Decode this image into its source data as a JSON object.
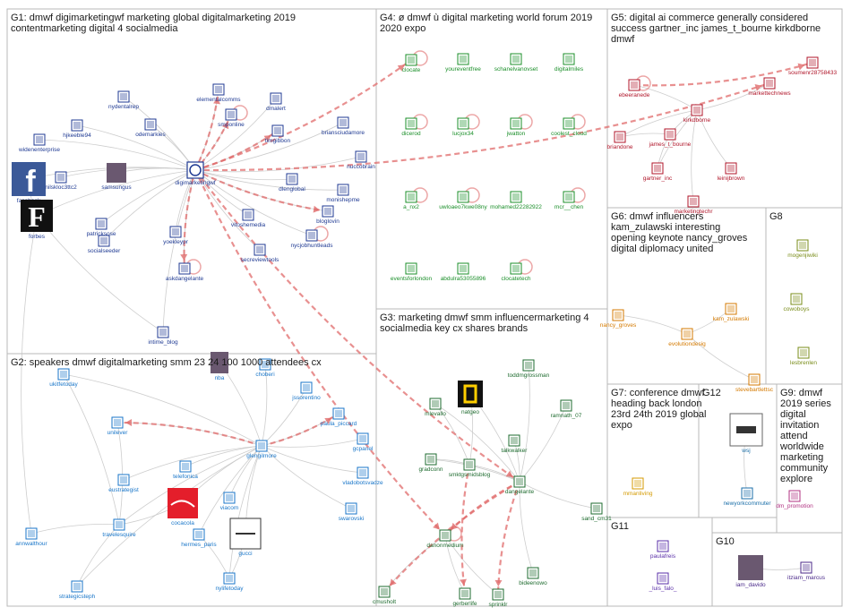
{
  "colors": {
    "G1": "#1f3a93",
    "G2": "#1976c9",
    "G3": "#1e6b2f",
    "G4": "#1b8f2a",
    "G5": "#b0162a",
    "G6": "#d47a00",
    "G7": "#d49a00",
    "G8": "#7a8d1a",
    "G9": "#b03080",
    "G10": "#4b2a8a",
    "G11": "#5a2fa8",
    "G12": "#1a6ea8",
    "edge_gray": "#c8c8c8",
    "edge_red": "#e06b6b"
  },
  "groups": [
    {
      "id": "G1",
      "label": "G1: dmwf digimarketingwf marketing global digitalmarketing 2019",
      "label2": "contentmarketing digital 4 socialmedia"
    },
    {
      "id": "G2",
      "label": "G2: speakers dmwf digitalmarketing smm 23 24 100 1000 attendees cx",
      "label2": ""
    },
    {
      "id": "G3",
      "label": "G3: marketing dmwf smm influencermarketing 4",
      "label2": "socialmedia key cx shares brands"
    },
    {
      "id": "G4",
      "label": "G4: ø dmwf ù digital marketing world forum 2019",
      "label2": "2020 expo"
    },
    {
      "id": "G5",
      "label": "G5: digital ai commerce generally considered",
      "label2": "success gartner_inc james_t_bourne kirkdborne",
      "label3": "dmwf"
    },
    {
      "id": "G6",
      "label": "G6: dmwf influencers",
      "label2": "kam_zulawski interesting",
      "label3": "opening keynote nancy_groves",
      "label4": "digital diplomacy united"
    },
    {
      "id": "G7",
      "label": "G7: conference dmwf",
      "label2": "heading back london",
      "label3": "23rd 24th 2019 global",
      "label4": "expo"
    },
    {
      "id": "G8",
      "label": "G8"
    },
    {
      "id": "G9",
      "label": "G9: dmwf",
      "label2": "2019 series",
      "label3": "digital",
      "label4": "invitation",
      "label5": "attend",
      "label6": "worldwide",
      "label7": "marketing",
      "label8": "community",
      "label9": "explore"
    },
    {
      "id": "G10",
      "label": "G10"
    },
    {
      "id": "G11",
      "label": "G11"
    },
    {
      "id": "G12",
      "label": "G12"
    }
  ],
  "nodes": [
    {
      "id": "digimarketingwf",
      "label": "digimarketingwf",
      "group": "G1",
      "icon": "hub-logo"
    },
    {
      "id": "facebook",
      "label": "facebook",
      "group": "G1",
      "icon": "facebook-logo"
    },
    {
      "id": "forbes",
      "label": "forbes",
      "group": "G1",
      "icon": "forbes-logo"
    },
    {
      "id": "nydentalrep",
      "label": "nydentalrep",
      "group": "G1",
      "icon": "avatar"
    },
    {
      "id": "elementalcomms",
      "label": "elementalcomms",
      "group": "G1",
      "icon": "avatar"
    },
    {
      "id": "dmalert",
      "label": "dmalert",
      "group": "G1",
      "icon": "avatar"
    },
    {
      "id": "smponline",
      "label": "smponline",
      "group": "G1",
      "icon": "avatar"
    },
    {
      "id": "odemarkies",
      "label": "odemarkies",
      "group": "G1",
      "icon": "avatar"
    },
    {
      "id": "hjkeeble94",
      "label": "hjkeeble94",
      "group": "G1",
      "icon": "avatar"
    },
    {
      "id": "widenenterprise",
      "label": "widenenterprise",
      "group": "G1",
      "icon": "avatar"
    },
    {
      "id": "timgibbon",
      "label": "timgibbon",
      "group": "G1",
      "icon": "avatar"
    },
    {
      "id": "briansciudamore",
      "label": "briansciudamore",
      "group": "G1",
      "icon": "avatar"
    },
    {
      "id": "nuccobrain",
      "label": "nuccobrain",
      "group": "G1",
      "icon": "avatar"
    },
    {
      "id": "nilskloc3ttc2",
      "label": "nilskloc3ttc2",
      "group": "G1",
      "icon": "avatar"
    },
    {
      "id": "samsungus",
      "label": "samsungus",
      "group": "G1",
      "icon": "avatar"
    },
    {
      "id": "dlenglobal",
      "label": "dlenglobal",
      "group": "G1",
      "icon": "avatar"
    },
    {
      "id": "monishepme",
      "label": "monishepme",
      "group": "G1",
      "icon": "avatar"
    },
    {
      "id": "patricksose",
      "label": "patricksose",
      "group": "G1",
      "icon": "avatar"
    },
    {
      "id": "socialseeder",
      "label": "socialseeder",
      "group": "G1",
      "icon": "avatar"
    },
    {
      "id": "bloglovin",
      "label": "bloglovin",
      "group": "G1",
      "icon": "avatar"
    },
    {
      "id": "vitoshemedia",
      "label": "vitoshemedia",
      "group": "G1",
      "icon": "avatar"
    },
    {
      "id": "yoekleypr",
      "label": "yoekleypr",
      "group": "G1",
      "icon": "avatar"
    },
    {
      "id": "secreviewtools",
      "label": "secreviewtools",
      "group": "G1",
      "icon": "avatar"
    },
    {
      "id": "nycjobhuntleads",
      "label": "nycjobhuntleads",
      "group": "G1",
      "icon": "avatar"
    },
    {
      "id": "askdangelante",
      "label": "askdangelante",
      "group": "G1",
      "icon": "avatar"
    },
    {
      "id": "intime_blog",
      "label": "intime_blog",
      "group": "G1",
      "icon": "avatar"
    },
    {
      "id": "ukitfetoday",
      "label": "ukitfetoday",
      "group": "G2",
      "icon": "avatar"
    },
    {
      "id": "nba",
      "label": "nba",
      "group": "G2",
      "icon": "avatar"
    },
    {
      "id": "choberi",
      "label": "choberi",
      "group": "G2",
      "icon": "avatar"
    },
    {
      "id": "jssorentino",
      "label": "jssorentino",
      "group": "G2",
      "icon": "avatar"
    },
    {
      "id": "paula_piccard",
      "label": "paula_piccard",
      "group": "G2",
      "icon": "avatar"
    },
    {
      "id": "unilever",
      "label": "unilever",
      "group": "G2",
      "icon": "avatar"
    },
    {
      "id": "glengilmore",
      "label": "glengilmore",
      "group": "G2",
      "icon": "avatar"
    },
    {
      "id": "gcpanel",
      "label": "gcpanel",
      "group": "G2",
      "icon": "avatar"
    },
    {
      "id": "telefonica",
      "label": "telefonica",
      "group": "G2",
      "icon": "avatar"
    },
    {
      "id": "vladobotsvadze",
      "label": "vladobotsvadze",
      "group": "G2",
      "icon": "avatar"
    },
    {
      "id": "eustrategist",
      "label": "eustrategist",
      "group": "G2",
      "icon": "avatar"
    },
    {
      "id": "cocacola",
      "label": "cocacola",
      "group": "G2",
      "icon": "cocacola-logo"
    },
    {
      "id": "viacom",
      "label": "viacom",
      "group": "G2",
      "icon": "avatar"
    },
    {
      "id": "swarovski",
      "label": "swarovski",
      "group": "G2",
      "icon": "avatar"
    },
    {
      "id": "travelesquire",
      "label": "travelesquire",
      "group": "G2",
      "icon": "avatar"
    },
    {
      "id": "hermes_paris",
      "label": "hermes_paris",
      "group": "G2",
      "icon": "avatar"
    },
    {
      "id": "gucci",
      "label": "gucci",
      "group": "G2",
      "icon": "gucci-logo"
    },
    {
      "id": "annwalthour",
      "label": "annwalthour",
      "group": "G2",
      "icon": "avatar"
    },
    {
      "id": "nylifetoday",
      "label": "nylifetoday",
      "group": "G2",
      "icon": "avatar"
    },
    {
      "id": "strategicsteph",
      "label": "strategicsteph",
      "group": "G2",
      "icon": "avatar"
    },
    {
      "id": "toddmgrossman",
      "label": "toddmgrossman",
      "group": "G3",
      "icon": "avatar"
    },
    {
      "id": "mlevallo",
      "label": "mlevallo",
      "group": "G3",
      "icon": "avatar"
    },
    {
      "id": "natgeo",
      "label": "natgeo",
      "group": "G3",
      "icon": "natgeo-logo"
    },
    {
      "id": "ramnath_07",
      "label": "ramnath_07",
      "group": "G3",
      "icon": "avatar"
    },
    {
      "id": "talkwalker",
      "label": "talkwalker",
      "group": "G3",
      "icon": "avatar"
    },
    {
      "id": "gradconn",
      "label": "gradconn",
      "group": "G3",
      "icon": "avatar"
    },
    {
      "id": "smktgsmidsblog",
      "label": "smktgsmidsblog",
      "group": "G3",
      "icon": "avatar"
    },
    {
      "id": "dangelante",
      "label": "dangelante",
      "group": "G3",
      "icon": "avatar"
    },
    {
      "id": "sand_cm31",
      "label": "sand_cm31",
      "group": "G3",
      "icon": "avatar"
    },
    {
      "id": "danonmedium",
      "label": "danonmedium",
      "group": "G3",
      "icon": "avatar"
    },
    {
      "id": "bideenowo",
      "label": "bideenowo",
      "group": "G3",
      "icon": "avatar"
    },
    {
      "id": "cmusholt",
      "label": "cmusholt",
      "group": "G3",
      "icon": "avatar"
    },
    {
      "id": "gerberlife",
      "label": "gerberlife",
      "group": "G3",
      "icon": "avatar"
    },
    {
      "id": "sprinklr",
      "label": "sprinklr",
      "group": "G3",
      "icon": "avatar"
    },
    {
      "id": "clocate",
      "label": "clocate",
      "group": "G4",
      "icon": "avatar"
    },
    {
      "id": "youreventfree",
      "label": "youreventfree",
      "group": "G4",
      "icon": "avatar"
    },
    {
      "id": "schanelvanovset",
      "label": "schanelvanovset",
      "group": "G4",
      "icon": "avatar"
    },
    {
      "id": "digitalmiles",
      "label": "digitalmiles",
      "group": "G4",
      "icon": "avatar"
    },
    {
      "id": "dicerod",
      "label": "dicerod",
      "group": "G4",
      "icon": "avatar"
    },
    {
      "id": "lucjox34",
      "label": "lucjox34",
      "group": "G4",
      "icon": "avatar"
    },
    {
      "id": "jwatton",
      "label": "jwatton",
      "group": "G4",
      "icon": "avatar"
    },
    {
      "id": "coolest_cloud",
      "label": "coolest_cloud",
      "group": "G4",
      "icon": "avatar"
    },
    {
      "id": "a_nx2",
      "label": "a_nx2",
      "group": "G4",
      "icon": "avatar"
    },
    {
      "id": "uwloaeo7kwe08ny",
      "label": "uwloaeo7kwe08ny",
      "group": "G4",
      "icon": "avatar"
    },
    {
      "id": "mohamed22282922",
      "label": "mohamed22282922",
      "group": "G4",
      "icon": "avatar"
    },
    {
      "id": "mcr__chen",
      "label": "mcr__chen",
      "group": "G4",
      "icon": "avatar"
    },
    {
      "id": "eventsforlondon",
      "label": "eventsforlondon",
      "group": "G4",
      "icon": "avatar"
    },
    {
      "id": "abdulra53055896",
      "label": "abdulra53055896",
      "group": "G4",
      "icon": "avatar"
    },
    {
      "id": "clocatetech",
      "label": "clocatetech",
      "group": "G4",
      "icon": "avatar"
    },
    {
      "id": "soumenr28758433",
      "label": "soumenr28758433",
      "group": "G5",
      "icon": "avatar"
    },
    {
      "id": "ebeeranede",
      "label": "ebeeranede",
      "group": "G5",
      "icon": "avatar"
    },
    {
      "id": "markettechnews",
      "label": "markettechnews",
      "group": "G5",
      "icon": "avatar"
    },
    {
      "id": "kirkdborne",
      "label": "kirkdborne",
      "group": "G5",
      "icon": "avatar"
    },
    {
      "id": "briandone",
      "label": "briandone",
      "group": "G5",
      "icon": "avatar"
    },
    {
      "id": "james_t_bourne",
      "label": "james_t_bourne",
      "group": "G5",
      "icon": "avatar"
    },
    {
      "id": "gartner_inc",
      "label": "gartner_inc",
      "group": "G5",
      "icon": "avatar"
    },
    {
      "id": "leinijbrown",
      "label": "leinijbrown",
      "group": "G5",
      "icon": "avatar"
    },
    {
      "id": "marketingtechr",
      "label": "marketingtechr",
      "group": "G5",
      "icon": "avatar"
    },
    {
      "id": "nancy_groves",
      "label": "nancy_groves",
      "group": "G6",
      "icon": "avatar"
    },
    {
      "id": "kam_zulawski",
      "label": "kam_zulawski",
      "group": "G6",
      "icon": "avatar"
    },
    {
      "id": "evolutiondesig",
      "label": "evolutiondesig",
      "group": "G6",
      "icon": "avatar"
    },
    {
      "id": "stevebartlettsc",
      "label": "stevebartlettsc",
      "group": "G6",
      "icon": "avatar"
    },
    {
      "id": "mogenjiwiki",
      "label": "mogenjiwiki",
      "group": "G8",
      "icon": "avatar"
    },
    {
      "id": "cowoboys",
      "label": "cowoboys",
      "group": "G8",
      "icon": "avatar"
    },
    {
      "id": "lesbrenlen",
      "label": "lesbrenlen",
      "group": "G8",
      "icon": "avatar"
    },
    {
      "id": "mmanliving",
      "label": "mmanliving",
      "group": "G7",
      "icon": "avatar"
    },
    {
      "id": "wsj",
      "label": "wsj",
      "group": "G12",
      "icon": "wsj-logo"
    },
    {
      "id": "newyorkcommuter",
      "label": "newyorkcommuter",
      "group": "G12",
      "icon": "avatar"
    },
    {
      "id": "dm_promotion",
      "label": "dm_promotion",
      "group": "G9",
      "icon": "avatar"
    },
    {
      "id": "paulafreis",
      "label": "paulafreis",
      "group": "G11",
      "icon": "avatar"
    },
    {
      "id": "_luis_falo_",
      "label": "_luis_falo_",
      "group": "G11",
      "icon": "avatar"
    },
    {
      "id": "iam_davido",
      "label": "iam_davido",
      "group": "G10",
      "icon": "avatar"
    },
    {
      "id": "itziam_marcus",
      "label": "itziam_marcus",
      "group": "G10",
      "icon": "avatar"
    }
  ],
  "edges_gray": [
    [
      "digimarketingwf",
      "facebook"
    ],
    [
      "digimarketingwf",
      "forbes"
    ],
    [
      "digimarketingwf",
      "nydentalrep"
    ],
    [
      "digimarketingwf",
      "elementalcomms"
    ],
    [
      "digimarketingwf",
      "dmalert"
    ],
    [
      "digimarketingwf",
      "smponline"
    ],
    [
      "digimarketingwf",
      "odemarkies"
    ],
    [
      "digimarketingwf",
      "hjkeeble94"
    ],
    [
      "digimarketingwf",
      "widenenterprise"
    ],
    [
      "digimarketingwf",
      "timgibbon"
    ],
    [
      "digimarketingwf",
      "briansciudamore"
    ],
    [
      "digimarketingwf",
      "nuccobrain"
    ],
    [
      "digimarketingwf",
      "nilskloc3ttc2"
    ],
    [
      "digimarketingwf",
      "samsungus"
    ],
    [
      "digimarketingwf",
      "dlenglobal"
    ],
    [
      "digimarketingwf",
      "monishepme"
    ],
    [
      "digimarketingwf",
      "patricksose"
    ],
    [
      "digimarketingwf",
      "socialseeder"
    ],
    [
      "digimarketingwf",
      "bloglovin"
    ],
    [
      "digimarketingwf",
      "vitoshemedia"
    ],
    [
      "digimarketingwf",
      "yoekleypr"
    ],
    [
      "digimarketingwf",
      "secreviewtools"
    ],
    [
      "digimarketingwf",
      "nycjobhuntleads"
    ],
    [
      "digimarketingwf",
      "askdangelante"
    ],
    [
      "digimarketingwf",
      "intime_blog"
    ],
    [
      "facebook",
      "forbes"
    ],
    [
      "forbes",
      "intime_blog"
    ],
    [
      "forbes",
      "annwalthour"
    ],
    [
      "glengilmore",
      "unilever"
    ],
    [
      "glengilmore",
      "telefonica"
    ],
    [
      "glengilmore",
      "eustrategist"
    ],
    [
      "glengilmore",
      "cocacola"
    ],
    [
      "glengilmore",
      "viacom"
    ],
    [
      "glengilmore",
      "gucci"
    ],
    [
      "glengilmore",
      "hermes_paris"
    ],
    [
      "glengilmore",
      "travelesquire"
    ],
    [
      "glengilmore",
      "nylifetoday"
    ],
    [
      "glengilmore",
      "swarovski"
    ],
    [
      "glengilmore",
      "vladobotsvadze"
    ],
    [
      "glengilmore",
      "gcpanel"
    ],
    [
      "glengilmore",
      "paula_piccard"
    ],
    [
      "glengilmore",
      "jssorentino"
    ],
    [
      "glengilmore",
      "choberi"
    ],
    [
      "glengilmore",
      "nba"
    ],
    [
      "glengilmore",
      "ukitfetoday"
    ],
    [
      "glengilmore",
      "strategicsteph"
    ],
    [
      "travelesquire",
      "annwalthour"
    ],
    [
      "travelesquire",
      "strategicsteph"
    ],
    [
      "travelesquire",
      "cocacola"
    ],
    [
      "travelesquire",
      "unilever"
    ],
    [
      "travelesquire",
      "ukitfetoday"
    ],
    [
      "nylifetoday",
      "gucci"
    ],
    [
      "nylifetoday",
      "hermes_paris"
    ],
    [
      "dangelante",
      "toddmgrossman"
    ],
    [
      "dangelante",
      "mlevallo"
    ],
    [
      "dangelante",
      "natgeo"
    ],
    [
      "dangelante",
      "ramnath_07"
    ],
    [
      "dangelante",
      "talkwalker"
    ],
    [
      "dangelante",
      "gradconn"
    ],
    [
      "dangelante",
      "smktgsmidsblog"
    ],
    [
      "dangelante",
      "sand_cm31"
    ],
    [
      "dangelante",
      "bideenowo"
    ],
    [
      "danonmedium",
      "cmusholt"
    ],
    [
      "danonmedium",
      "gerberlife"
    ],
    [
      "danonmedium",
      "sprinklr"
    ],
    [
      "smktgsmidsblog",
      "gradconn"
    ],
    [
      "smktgsmidsblog",
      "natgeo"
    ],
    [
      "smktgsmidsblog",
      "mlevallo"
    ],
    [
      "kirkdborne",
      "ebeeranede"
    ],
    [
      "kirkdborne",
      "briandone"
    ],
    [
      "kirkdborne",
      "james_t_bourne"
    ],
    [
      "kirkdborne",
      "gartner_inc"
    ],
    [
      "kirkdborne",
      "leinijbrown"
    ],
    [
      "kirkdborne",
      "marketingtechr"
    ],
    [
      "kirkdborne",
      "markettechnews"
    ],
    [
      "james_t_bourne",
      "gartner_inc"
    ],
    [
      "james_t_bourne",
      "briandone"
    ],
    [
      "evolutiondesig",
      "nancy_groves"
    ],
    [
      "evolutiondesig",
      "kam_zulawski"
    ],
    [
      "evolutiondesig",
      "stevebartlettsc"
    ],
    [
      "wsj",
      "newyorkcommuter"
    ],
    [
      "iam_davido",
      "itziam_marcus"
    ]
  ],
  "edges_red": [
    [
      "digimarketingwf",
      "markettechnews"
    ],
    [
      "digimarketingwf",
      "dangelante"
    ],
    [
      "digimarketingwf",
      "danonmedium"
    ],
    [
      "digimarketingwf",
      "smponline"
    ],
    [
      "digimarketingwf",
      "elementalcomms"
    ],
    [
      "digimarketingwf",
      "timgibbon"
    ],
    [
      "digimarketingwf",
      "askdangelante"
    ],
    [
      "digimarketingwf",
      "bloglovin"
    ],
    [
      "dangelante",
      "danonmedium"
    ],
    [
      "dangelante",
      "cmusholt"
    ],
    [
      "dangelante",
      "sprinklr"
    ],
    [
      "smktgsmidsblog",
      "gerberlife"
    ],
    [
      "glengilmore",
      "unilever"
    ],
    [
      "glengilmore",
      "paula_piccard"
    ],
    [
      "ebeeranede",
      "soumenr28758433"
    ],
    [
      "digimarketingwf",
      "clocate"
    ]
  ]
}
